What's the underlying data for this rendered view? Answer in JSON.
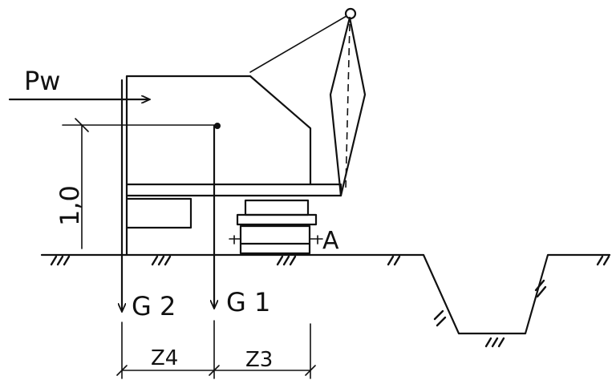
{
  "labels": {
    "wind_force": "Pw",
    "height": "1,0",
    "point_a": "A",
    "weight_2": "G 2",
    "weight_1": "G 1",
    "dim_z4": "Z4",
    "dim_z3": "Z3"
  }
}
